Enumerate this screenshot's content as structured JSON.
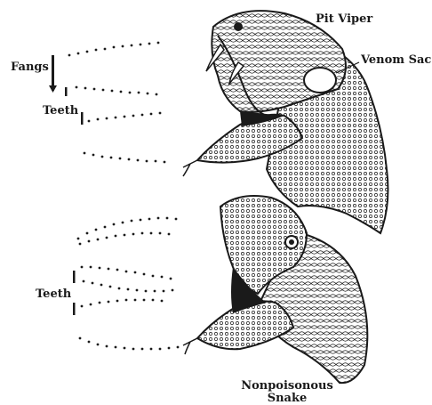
{
  "labels": {
    "pit_viper": "Pit Viper",
    "venom_sac": "Venom Sac",
    "fangs": "Fangs",
    "teeth_top": "Teeth",
    "teeth_bottom": "Teeth",
    "nonpoisonous_line1": "Nonpoisonous",
    "nonpoisonous_line2": "Snake"
  },
  "colors": {
    "ink": "#1a1a1a",
    "paper": "#ffffff"
  }
}
